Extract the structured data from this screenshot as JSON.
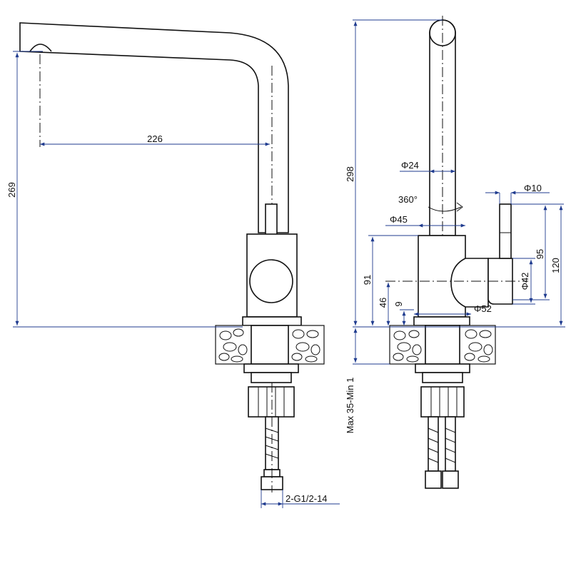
{
  "dimensions": {
    "spout_reach": "226",
    "left_height": "269",
    "right_height": "298",
    "spout_dia": "Φ24",
    "rotation": "360°",
    "handle_dia": "Φ10",
    "body_dia": "Φ45",
    "body_height": "91",
    "handle_axis": "46",
    "lower_gap": "9",
    "handle_knob_dia": "Φ42",
    "handle_height": "95",
    "handle_top": "120",
    "base_dia": "Φ52",
    "deck_thickness": "Max 35-Min 1",
    "connection": "2-G1/2-14"
  }
}
